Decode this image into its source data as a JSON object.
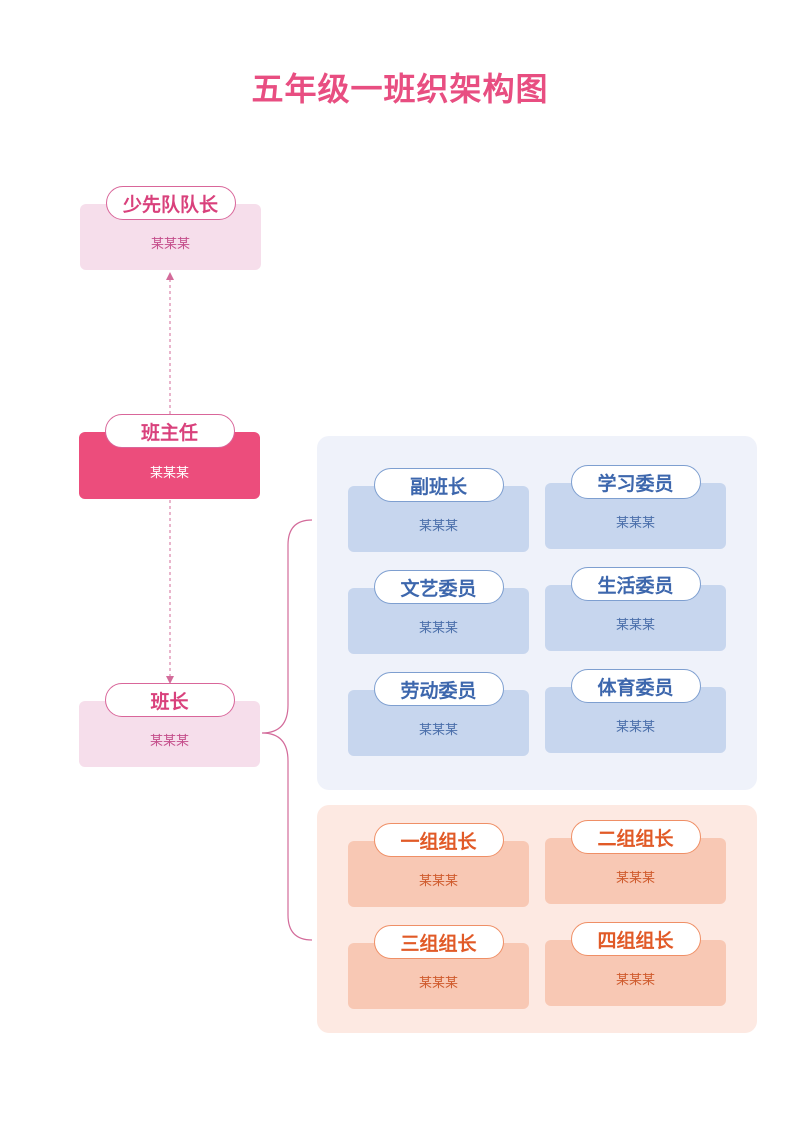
{
  "title": "五年级一班织架构图",
  "leaders": {
    "pioneer": {
      "role": "少先队队长",
      "person": "某某某"
    },
    "teacher": {
      "role": "班主任",
      "person": "某某某"
    },
    "monitor": {
      "role": "班长",
      "person": "某某某"
    }
  },
  "committee": [
    {
      "role": "副班长",
      "person": "某某某"
    },
    {
      "role": "学习委员",
      "person": "某某某"
    },
    {
      "role": "文艺委员",
      "person": "某某某"
    },
    {
      "role": "生活委员",
      "person": "某某某"
    },
    {
      "role": "劳动委员",
      "person": "某某某"
    },
    {
      "role": "体育委员",
      "person": "某某某"
    }
  ],
  "groups": [
    {
      "role": "一组组长",
      "person": "某某某"
    },
    {
      "role": "二组组长",
      "person": "某某某"
    },
    {
      "role": "三组组长",
      "person": "某某某"
    },
    {
      "role": "四组组长",
      "person": "某某某"
    }
  ],
  "colors": {
    "title": "#e84e81",
    "pink_card": "#f6deeb",
    "teacher_card": "#ec4d7c",
    "committee_card": "#c7d6ee",
    "committee_panel": "#eff2fa",
    "group_card": "#f8c8b4",
    "group_panel": "#fde9e2"
  }
}
